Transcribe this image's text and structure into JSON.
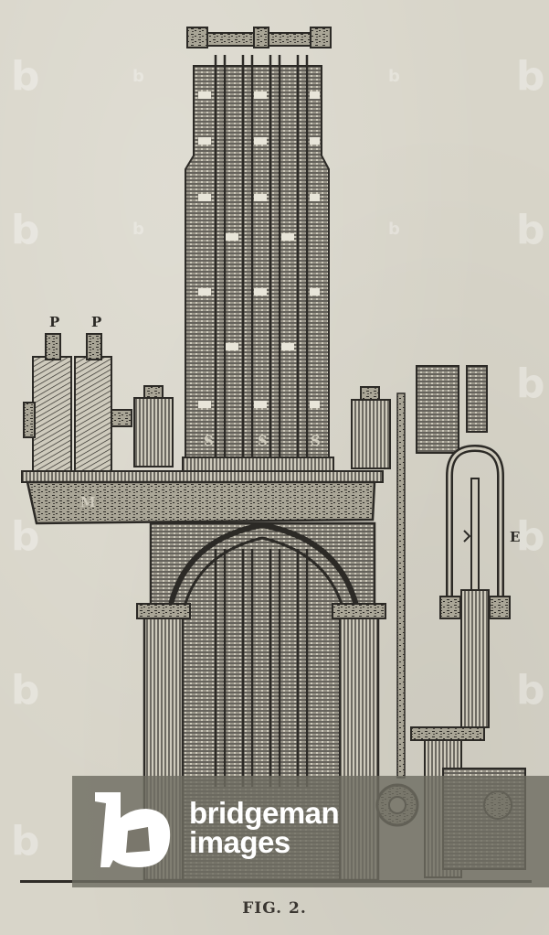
{
  "figure": {
    "caption": "FIG. 2.",
    "description": "Engraving of a tall electrical / chemical apparatus on a Gothic arched base",
    "labels": {
      "p1": "P",
      "p2": "P",
      "m": "M",
      "s1": "S",
      "s2": "S",
      "s3": "S",
      "e": "E"
    }
  },
  "watermark": {
    "brand_line1": "bridgeman",
    "brand_line2": "images",
    "logo_glyph": "b",
    "repeat_glyph": "b"
  },
  "colors": {
    "paper": "#d8d5c9",
    "ink": "#2c2a26",
    "band": "#6e6c62",
    "logo": "#ffffff"
  }
}
